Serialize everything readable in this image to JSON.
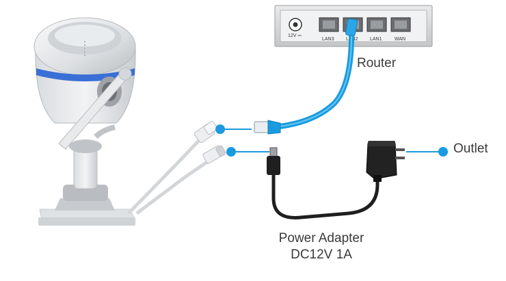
{
  "labels": {
    "router": "Router",
    "outlet": "Outlet",
    "power_adapter": "Power Adapter",
    "power_spec": "DC12V 1A"
  },
  "router_ports": [
    "LAN3",
    "LAN2",
    "LAN1",
    "WAN"
  ],
  "router_power_label": "12V ⎓",
  "colors": {
    "accent_blue": "#1a9be0",
    "cable_blue": "#2aa7e8",
    "camera_gray": "#e6e8ea",
    "adapter_black": "#222222",
    "text": "#3a3a3a"
  }
}
